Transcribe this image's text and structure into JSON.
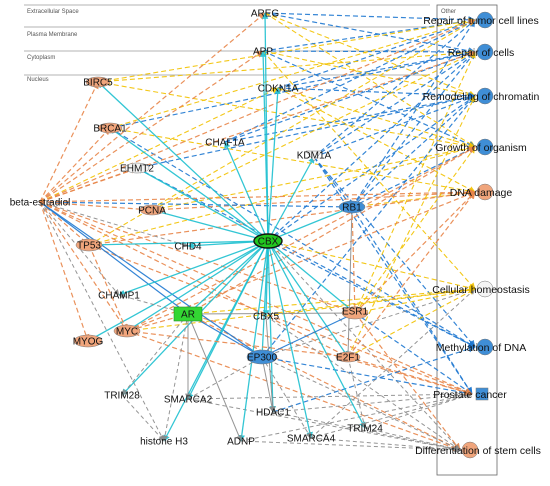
{
  "layers": [
    "Extracellular Space",
    "Plasma Membrane",
    "Cytoplasm",
    "Nucleus"
  ],
  "other_label": "Other",
  "colors": {
    "up": "#e8864a",
    "down": "#1f78d1",
    "inconsistent": "#f2c200",
    "unpredicted": "#8a8a8a",
    "hub": "#1ec0d0",
    "hub_node": "#22c61f",
    "ar_node": "#33d633",
    "node_orange": "#f0a57c",
    "node_blue": "#3f8ed6",
    "node_white": "#f4f4f4"
  },
  "nodes": {
    "areg": "AREG",
    "app": "APP",
    "cdkn1a": "CDKN1A",
    "birc5": "BIRC5",
    "brca1": "BRCA1",
    "chaf1a": "CHAF1A",
    "kdm1a": "KDM1A",
    "ehmt2": "EHMT2",
    "beta_estradiol": "beta-estradiol",
    "rb1": "RB1",
    "pcna": "PCNA",
    "cbx": "CBX",
    "tp53": "TP53",
    "chd4": "CHD4",
    "champ1": "CHAMP1",
    "ar": "AR",
    "esr1": "ESR1",
    "myc": "MYC",
    "cbx5": "CBX5",
    "myog": "MYOG",
    "ep300": "EP300",
    "e2f1": "E2F1",
    "trim28": "TRIM28",
    "smarca2": "SMARCA2",
    "hdac1": "HDAC1",
    "trim24": "TRIM24",
    "histone_h3": "histone H3",
    "adnp": "ADNP",
    "smarca4": "SMARCA4"
  },
  "functions": [
    "Repair of tumor cell lines",
    "Repair of cells",
    "Remodeling of chromatin",
    "Growth of organism",
    "DNA damage",
    "Cellular homeostasis",
    "Methylation of DNA",
    "Prostate cancer",
    "Differentiation of stem cells"
  ]
}
